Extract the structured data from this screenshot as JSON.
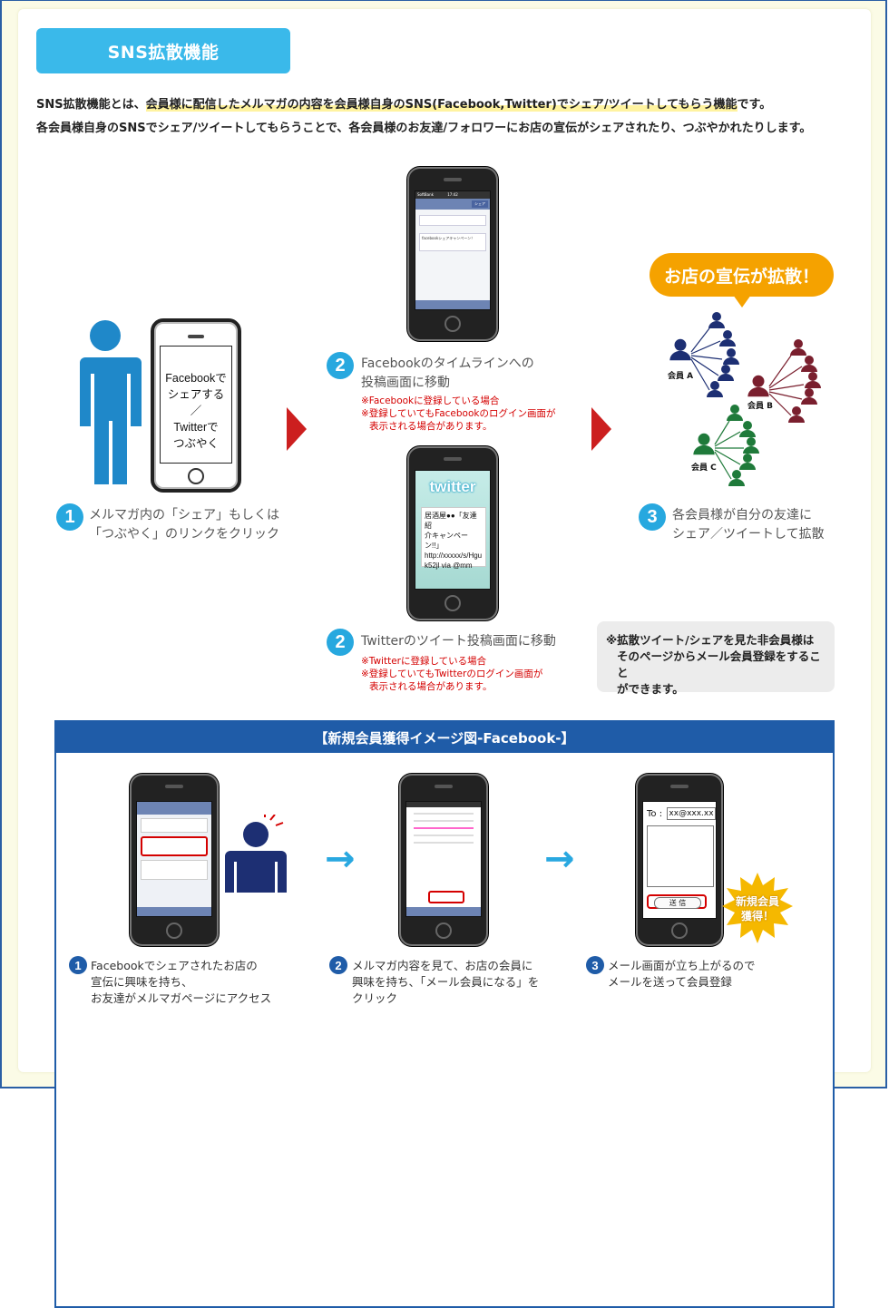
{
  "title": "SNS拡散機能",
  "intro": {
    "p1_a": "SNS拡散機能とは、",
    "p1_hl": "会員様に配信したメルマガの内容を会員様自身のSNS(Facebook,Twitter)でシェア/ツイートしてもらう機能",
    "p1_b": "です。",
    "p2": "各会員様自身のSNSでシェア/ツイートしてもらうことで、各会員様のお友達/フォロワーにお店の宣伝がシェアされたり、つぶやかれたりします。"
  },
  "step1": {
    "num": "1",
    "phone_text_1": "Facebookで",
    "phone_text_2": "シェアする",
    "phone_text_3": "／",
    "phone_text_4": "Twitterで",
    "phone_text_5": "つぶやく",
    "line1": "メルマガ内の「シェア」もしくは",
    "line2": "「つぶやく」のリンクをクリック"
  },
  "step2_fb": {
    "num": "2",
    "line1": "Facebookのタイムラインへの",
    "line2": "投稿画面に移動",
    "note1": "※Facebookに登録している場合",
    "note2": "※登録していてもFacebookのログイン画面が",
    "note3": "表示される場合があります。",
    "screen_carrier": "SoftBank",
    "screen_time": "17:42",
    "screen_btn": "シェア",
    "screen_hint": "facebookシェアキャンペーン！"
  },
  "step2_tw": {
    "num": "2",
    "line1": "Twitterのツイート投稿画面に移動",
    "note1": "※Twitterに登録している場合",
    "note2": "※登録していてもTwitterのログイン画面が",
    "note3": "表示される場合があります。",
    "logo": "twitter",
    "tweet_1": "居酒屋●●「友達紹",
    "tweet_2": "介キャンペーン!!」",
    "tweet_3": "http://xxxxx/s/Hgu",
    "tweet_4": "k52jl via @mm"
  },
  "step3": {
    "num": "3",
    "bubble": "お店の宣伝が拡散！",
    "line1": "各会員様が自分の友達に",
    "line2": "シェア／ツイートして拡散",
    "member_a": "会員 A",
    "member_b": "会員 B",
    "member_c": "会員 C"
  },
  "note_box": {
    "line1": "※拡散ツイート/シェアを見た非会員様は",
    "line2": "そのページからメール会員登録をすること",
    "line3": "ができます。"
  },
  "bottom": {
    "heading": "【新規会員獲得イメージ図-Facebook-】",
    "s1_num": "1",
    "s1_l1": "Facebookでシェアされたお店の",
    "s1_l2": "宣伝に興味を持ち、",
    "s1_l3": "お友達がメルマガページにアクセス",
    "s2_num": "2",
    "s2_l1": "メルマガ内容を見て、お店の会員に",
    "s2_l2": "興味を持ち、「メール会員になる」を",
    "s2_l3": "クリック",
    "s3_num": "3",
    "s3_l1": "メール画面が立ち上がるので",
    "s3_l2": "メールを送って会員登録",
    "mail_to_label": "To :",
    "mail_to_value": "xx@xxx.xx",
    "mail_send": "送 信",
    "star_l1": "新規会員",
    "star_l2": "獲得！"
  },
  "colors": {
    "accent_blue": "#3ab9ea",
    "step_blue": "#27a8df",
    "navy": "#1f5ca8",
    "red": "#cc1f1f",
    "orange": "#f5a200",
    "member_navy": "#1d2f73",
    "member_maroon": "#7a1f2e",
    "member_green": "#1f7a3a"
  }
}
